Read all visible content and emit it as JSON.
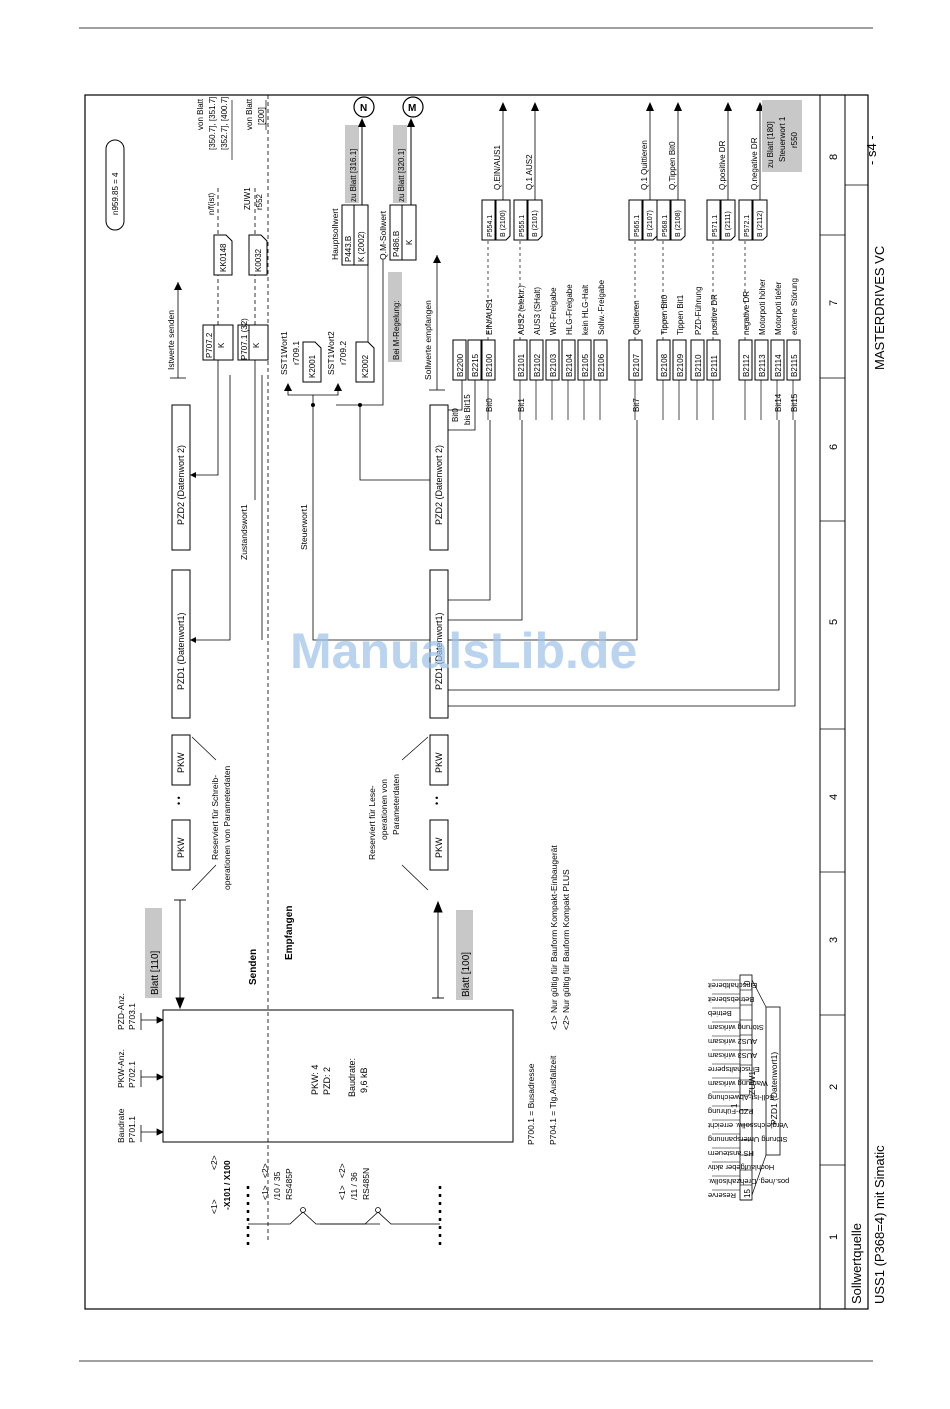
{
  "frame": {
    "title_a": "Sollwertquelle",
    "title_b": "USS1 (P368=4) mit Simatic",
    "product": "MASTERDRIVES VC",
    "sheet": "- s4 -",
    "cols": [
      "1",
      "2",
      "3",
      "4",
      "5",
      "6",
      "7",
      "8"
    ]
  },
  "top": {
    "n959": "n959.85 = 4",
    "istwerte": "Istwerte senden",
    "sollwerte": "Sollwerte empfangen",
    "N": "N",
    "M": "M"
  },
  "left": {
    "footnotes": [
      "<1>",
      "<2>"
    ],
    "x101": "-X101 / X100",
    "pin1": "/10 / 35",
    "pin1n": "RS485P",
    "pin2": "/11 / 36",
    "pin2n": "RS485N",
    "baud": "Baudrate",
    "baudp": "P701.1",
    "pkwanz": "PKW-Anz.",
    "pkwanzp": "P702.1",
    "pzdanz": "PZD-Anz.",
    "pzdanzp": "P703.1",
    "box1": "PKW: 4",
    "box2": "PZD: 2",
    "box3": "Baudrate:",
    "box4": "9,6 kB",
    "p700": "P700.1 = Busadresse",
    "p704": "P704.1 = Tlg.Ausfallzeit",
    "note1": "<1>  Nur gültig für Bauform Kompakt-Einbaugerät",
    "note2": "<2>  Nur gültig für Bauform Kompakt PLUS"
  },
  "send": {
    "label": "Senden",
    "blatt": "Blatt [110]",
    "pkw": "PKW",
    "pzd1": "PZD1 (Datenwort1)",
    "pzd2": "PZD2 (Datenwort 2)",
    "res1": "Reserviert für Schreib-",
    "res2": "operationen von Parameterdaten",
    "zustand": "Zustandswort1",
    "p7072": "P707.2",
    "p7071": "P707.1 (32)",
    "k": "K",
    "kk0148": "KK0148",
    "k0032": "K0032",
    "nfist": "n/f(ist)",
    "zuw1": "ZUW1",
    "r552": "r552",
    "vonblatt": "von Blatt",
    "ref1": "[350.7], [351.7]",
    "ref2": "[352.7], [400.7]",
    "ref3": "[200]"
  },
  "recv": {
    "label": "Empfangen",
    "blatt": "Blatt [100]",
    "pkw": "PKW",
    "pzd1": "PZD1 (Datenwort1)",
    "pzd2": "PZD2 (Datenwort 2)",
    "res1": "Reserviert für Lese-",
    "res2": "operationen von",
    "res3": "Parameterdaten",
    "steuer": "Steuerwort1",
    "sst1": "SST1Wort1",
    "r7091": "r709.1",
    "k2001": "K2001",
    "sst2": "SST1Wort2",
    "r7092": "r709.2",
    "k2002": "K2002",
    "haupt": "Hauptsollwert",
    "p443": "P443.B",
    "k2002b": "K (2002)",
    "zublatt1": "zu Blatt [316.1]",
    "qm": "Q.M-Sollwert",
    "p486": "P486.B",
    "kk": "K",
    "zublatt2": "zu Blatt [320.1]",
    "beim": "Bei M-Regelung:",
    "bit0": "Bit0",
    "bisbit15": "bis Bit15",
    "b2200": "B2200",
    "b2215": "B2215"
  },
  "bits": [
    {
      "bit": "Bit0",
      "b": "B2100",
      "name": "EIN/AUS1",
      "p": "P554.1",
      "pb": "B (2100)",
      "q": "Q.EIN/AUS1"
    },
    {
      "bit": "Bit1",
      "b": "B2101",
      "name": "AUS2 (elektr.)",
      "p": "P555.1",
      "pb": "B (2101)",
      "q": "Q.1 AUS2"
    },
    {
      "b": "B2102",
      "name": "AUS3 (SHalt)"
    },
    {
      "b": "B2103",
      "name": "WR-Freigabe"
    },
    {
      "b": "B2104",
      "name": "HLG-Freigabe"
    },
    {
      "b": "B2105",
      "name": "kein HLG-Halt"
    },
    {
      "b": "B2106",
      "name": "Sollw.-Freigabe"
    },
    {
      "bit": "Bit7",
      "b": "B2107",
      "name": "Quittieren",
      "p": "P565.1",
      "pb": "B (2107)",
      "q": "Q.1 Quittieren"
    },
    {
      "b": "B2108",
      "name": "Tippen Bit0",
      "p": "P568.1",
      "pb": "B (2108)",
      "q": "Q.Tippen Bit0"
    },
    {
      "b": "B2109",
      "name": "Tippen Bit1"
    },
    {
      "b": "B2110",
      "name": "PZD-Führung"
    },
    {
      "b": "B2111",
      "name": "positive DR",
      "p": "P571.1",
      "pb": "B (2111)",
      "q": "Q.positive DR"
    },
    {
      "b": "B2112",
      "name": "negative DR",
      "p": "P572.1",
      "pb": "B (2112)",
      "q": "Q.negative DR"
    },
    {
      "b": "B2113",
      "name": "Motorpoti höher"
    },
    {
      "bit": "Bit14",
      "b": "B2114",
      "name": "Motorpoti tiefer"
    },
    {
      "bit": "Bit15",
      "b": "B2115",
      "name": "externe Störung"
    }
  ],
  "steuer": {
    "zublatt": "zu Blatt [180]",
    "sw1": "Steuerwort 1",
    "r550": "r550"
  },
  "zuw": {
    "title": "PZD1 (Datenwort1)",
    "zuw1": "ZUW1",
    "n15": "15",
    "n0": "0",
    "one": "1",
    "labels": [
      "Einschaltbereit",
      "Betriebsbereit",
      "Betrieb",
      "Störung wirksam",
      "AUS2 wirksam",
      "AUS3 wirksam",
      "Einschaltsperre",
      "Warnung wirksam",
      "Soll-Ist-Abweichung",
      "PZD-Führung",
      "Vergleichssollw. erreicht",
      "Störung Unterspannung",
      "HS ansteuern",
      "Hochlaufgeber aktiv",
      "pos./neg. Drehzahlsollw.",
      "Reserve"
    ]
  },
  "watermark": "ManualsLib.de"
}
